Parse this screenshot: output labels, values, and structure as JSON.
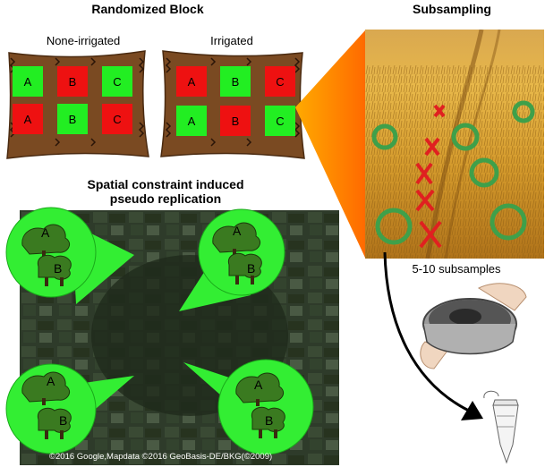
{
  "randomized_block": {
    "title": "Randomized Block",
    "plots": [
      {
        "label": "None-irrigated",
        "cells": [
          {
            "letter": "A",
            "color": "#22ee22"
          },
          {
            "letter": "B",
            "color": "#ee1111"
          },
          {
            "letter": "C",
            "color": "#22ee22"
          },
          {
            "letter": "A",
            "color": "#ee1111"
          },
          {
            "letter": "B",
            "color": "#22ee22"
          },
          {
            "letter": "C",
            "color": "#ee1111"
          }
        ]
      },
      {
        "label": "Irrigated",
        "cells": [
          {
            "letter": "A",
            "color": "#ee1111"
          },
          {
            "letter": "B",
            "color": "#22ee22"
          },
          {
            "letter": "C",
            "color": "#ee1111"
          },
          {
            "letter": "A",
            "color": "#22ee22"
          },
          {
            "letter": "B",
            "color": "#ee1111"
          },
          {
            "letter": "C",
            "color": "#22ee22"
          }
        ]
      }
    ],
    "soil_color": "#7a4a22"
  },
  "subsampling": {
    "title": "Subsampling",
    "subsample_label": "5-10 subsamples",
    "circle_color": "#3fa04a",
    "cross_color": "#e02020"
  },
  "spatial": {
    "title_line1": "Spatial constraint induced",
    "title_line2": "pseudo replication",
    "bubbles": [
      {
        "top": "A",
        "bottom": "B"
      },
      {
        "top": "A",
        "bottom": "B"
      },
      {
        "top": "A",
        "bottom": "B"
      },
      {
        "top": "A",
        "bottom": "B"
      }
    ],
    "credit": "©2016 Google,Mapdata ©2016 GeoBasis-DE/BKG(©2009)",
    "bubble_color": "#33ee33"
  }
}
